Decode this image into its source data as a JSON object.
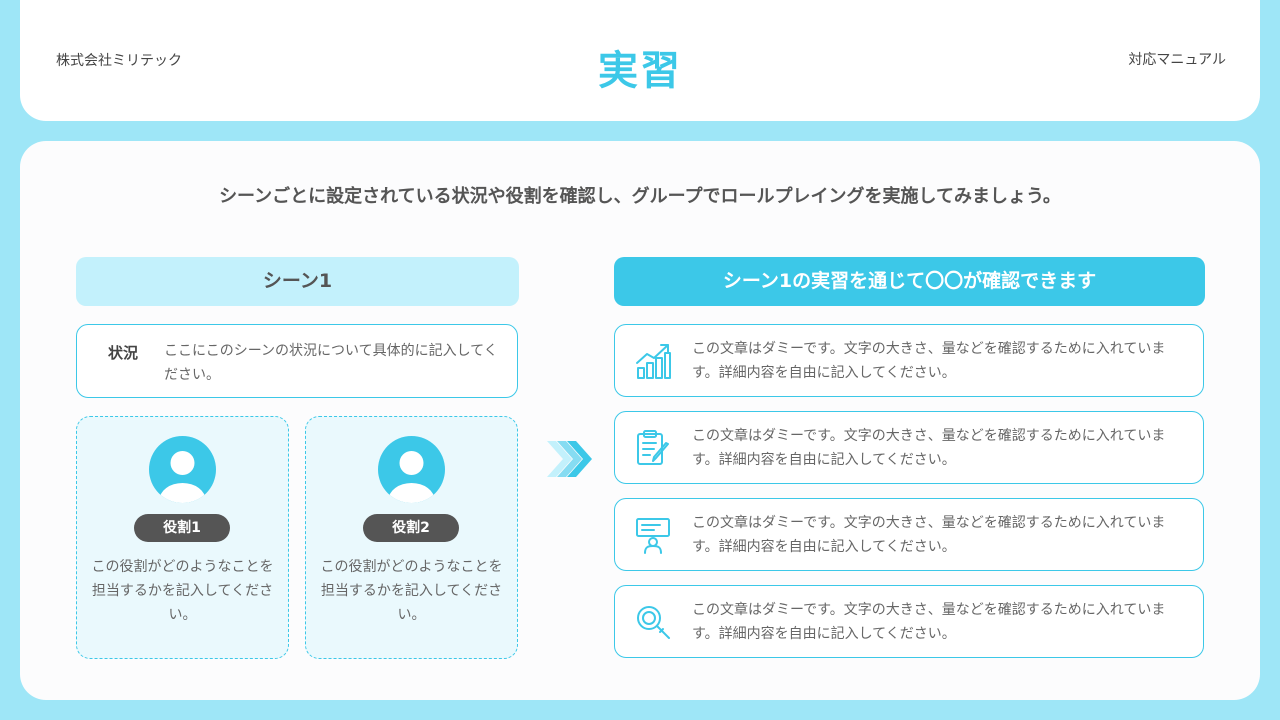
{
  "header": {
    "company": "株式会社ミリテック",
    "title": "実習",
    "manual": "対応マニュアル"
  },
  "instruction": "シーンごとに設定されている状況や役割を確認し、グループでロールプレイングを実施してみましょう。",
  "scene": {
    "title": "シーン1",
    "situation_label": "状況",
    "situation_text": "ここにこのシーンの状況について具体的に記入してください。",
    "roles": [
      {
        "label": "役割1",
        "description": "この役割がどのようなことを担当するかを記入してください。"
      },
      {
        "label": "役割2",
        "description": "この役割がどのようなことを担当するかを記入してください。"
      }
    ]
  },
  "goals": {
    "title": "シーン1の実習を通じて〇〇が確認できます",
    "items": [
      {
        "icon": "growth-chart-icon",
        "text": "この文章はダミーです。文字の大きさ、量などを確認するために入れています。詳細内容を自由に記入してください。"
      },
      {
        "icon": "clipboard-pen-icon",
        "text": "この文章はダミーです。文字の大きさ、量などを確認するために入れています。詳細内容を自由に記入してください。"
      },
      {
        "icon": "presenter-icon",
        "text": "この文章はダミーです。文字の大きさ、量などを確認するために入れています。詳細内容を自由に記入してください。"
      },
      {
        "icon": "magnifier-icon",
        "text": "この文章はダミーです。文字の大きさ、量などを確認するために入れています。詳細内容を自由に記入してください。"
      }
    ]
  },
  "colors": {
    "accent": "#3cc8e8",
    "light_accent": "#c3f1fc",
    "background": "#9ee6f7",
    "badge": "#555555"
  }
}
